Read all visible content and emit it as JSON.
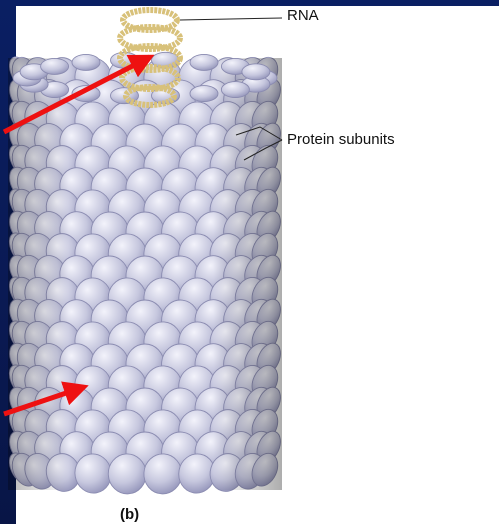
{
  "labels": {
    "rna": "RNA",
    "protein_subunits": "Protein subunits",
    "caption": "(b)"
  },
  "colors": {
    "background": "#0a1a54",
    "panel": "#ffffff",
    "subunit_fill": "#c3c4dc",
    "subunit_stroke": "#8a8bb0",
    "rna_color": "#d8c17a",
    "arrow": "#ee1111",
    "leader_line": "#222222"
  }
}
